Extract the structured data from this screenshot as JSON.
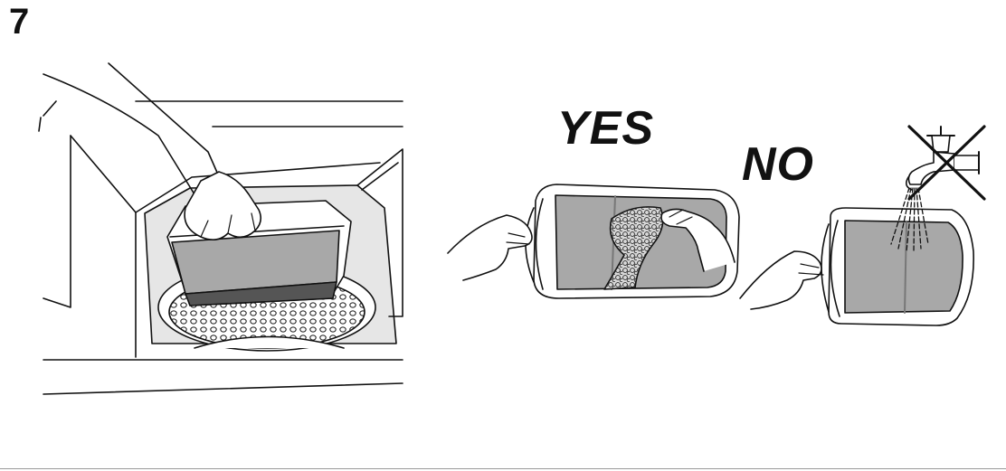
{
  "step_number": "7",
  "yes_label": "YES",
  "no_label": "NO",
  "colors": {
    "line": "#111111",
    "filter_gray": "#a8a8a8",
    "panel_light": "#e6e6e6",
    "lint": "#cfcfcf"
  },
  "icons": [
    "hand-icon",
    "lint-filter-icon",
    "water-tap-icon",
    "cross-out-icon"
  ]
}
